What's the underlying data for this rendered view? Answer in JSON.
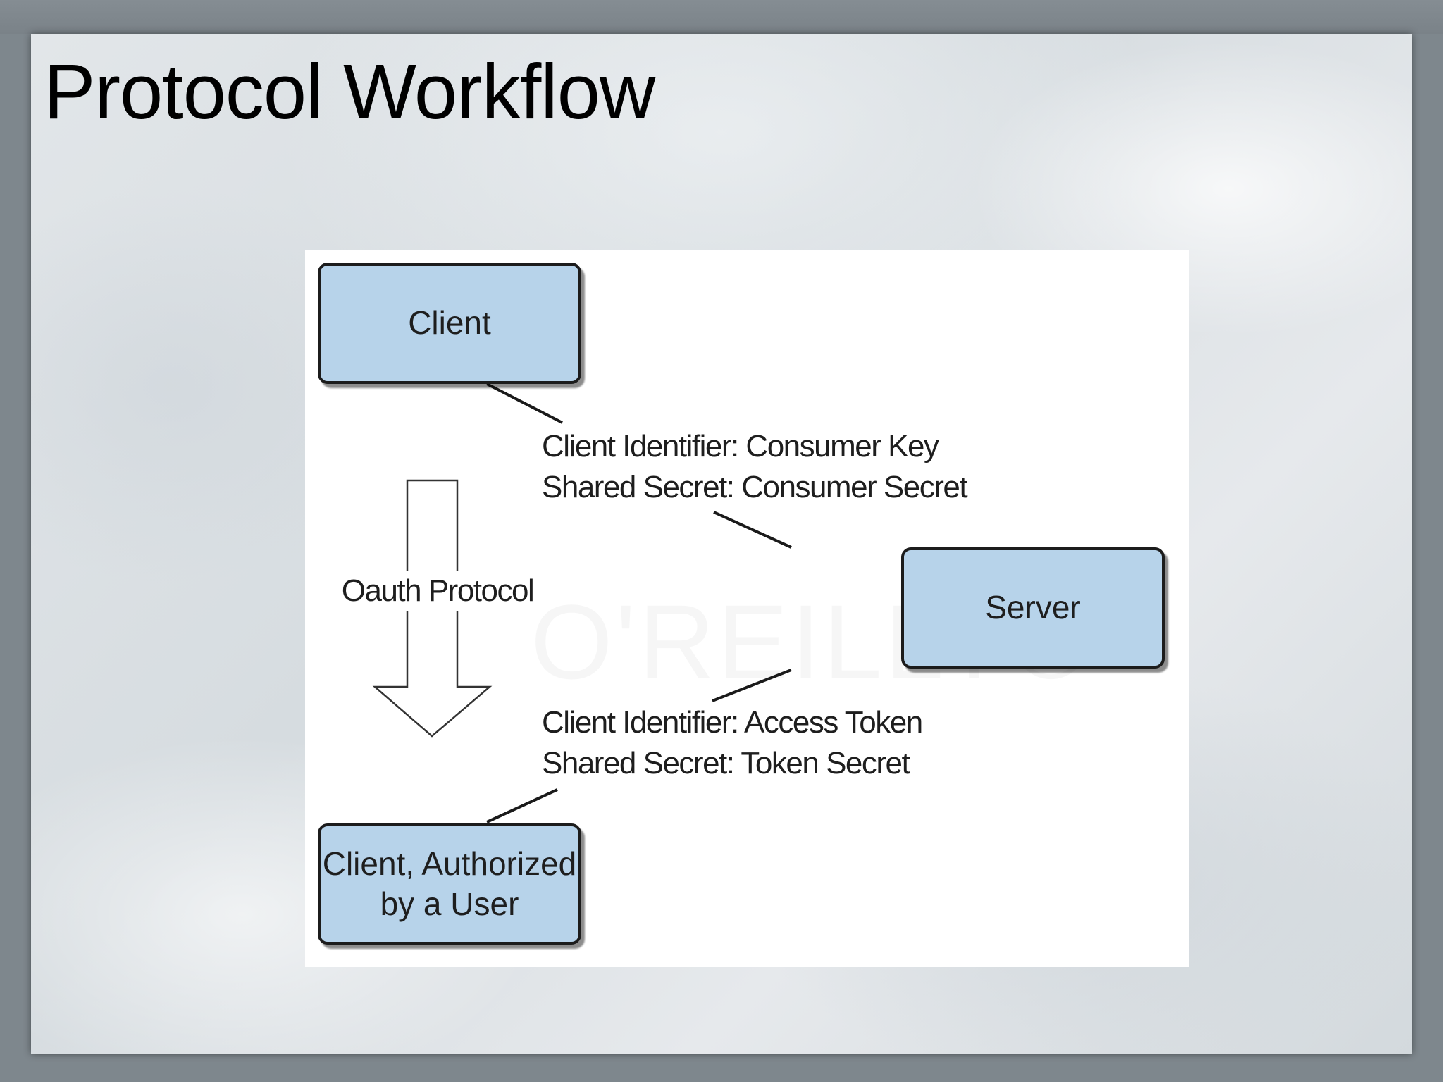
{
  "slide": {
    "title": "Protocol Workflow"
  },
  "diagram": {
    "watermark": "O'REILLY®",
    "nodes": {
      "client": "Client",
      "server": "Server",
      "authorized_client": "Client, Authorized\nby a User"
    },
    "edges": {
      "client_server": {
        "line1": "Client Identifier: Consumer Key",
        "line2": "Shared Secret: Consumer Secret"
      },
      "server_authorized": {
        "line1": "Client Identifier: Access Token",
        "line2": "Shared Secret: Token Secret"
      }
    },
    "flow_arrow_label": "Oauth Protocol"
  },
  "colors": {
    "node_fill": "#b7d3ea",
    "node_border": "#1c1c1c",
    "title_text": "#000000"
  }
}
